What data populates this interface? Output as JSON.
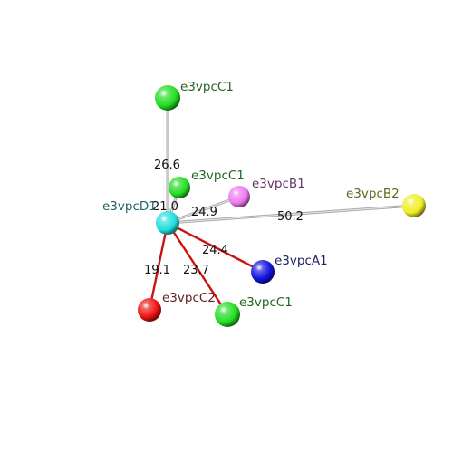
{
  "atoms": [
    {
      "id": "c1_top",
      "label": "e3vpcC1",
      "color": "#22dd22",
      "label_color": "#226622"
    },
    {
      "id": "c1_mid",
      "label": "e3vpcC1",
      "color": "#22dd22",
      "label_color": "#226622"
    },
    {
      "id": "b1",
      "label": "e3vpcB1",
      "color": "#ee77ee",
      "label_color": "#663366"
    },
    {
      "id": "b2",
      "label": "e3vpcB2",
      "color": "#eeee22",
      "label_color": "#666622"
    },
    {
      "id": "d1",
      "label": "e3vpcD1",
      "color": "#22dddd",
      "label_color": "#226666"
    },
    {
      "id": "a1",
      "label": "e3vpcA1",
      "color": "#1111dd",
      "label_color": "#222266"
    },
    {
      "id": "c2",
      "label": "e3vpcC2",
      "color": "#ee1111",
      "label_color": "#662222"
    },
    {
      "id": "c1_bot",
      "label": "e3vpcC1",
      "color": "#22dd22",
      "label_color": "#226622"
    }
  ],
  "bonds": [
    {
      "from": "d1",
      "to": "c1_top",
      "label": "26.6",
      "color": "#aaaaaa"
    },
    {
      "from": "d1",
      "to": "c1_mid",
      "label": "21.0",
      "color": "#aaaaaa"
    },
    {
      "from": "d1",
      "to": "b1",
      "label": "24.9",
      "color": "#aaaaaa"
    },
    {
      "from": "d1",
      "to": "b2",
      "label": "50.2",
      "color": "#aaaaaa"
    },
    {
      "from": "d1",
      "to": "a1",
      "label": "24.4",
      "color": "#cc1111"
    },
    {
      "from": "d1",
      "to": "c2",
      "label": "19.1",
      "color": "#cc1111"
    },
    {
      "from": "d1",
      "to": "c1_bot",
      "label": "23.7",
      "color": "#cc1111"
    }
  ]
}
